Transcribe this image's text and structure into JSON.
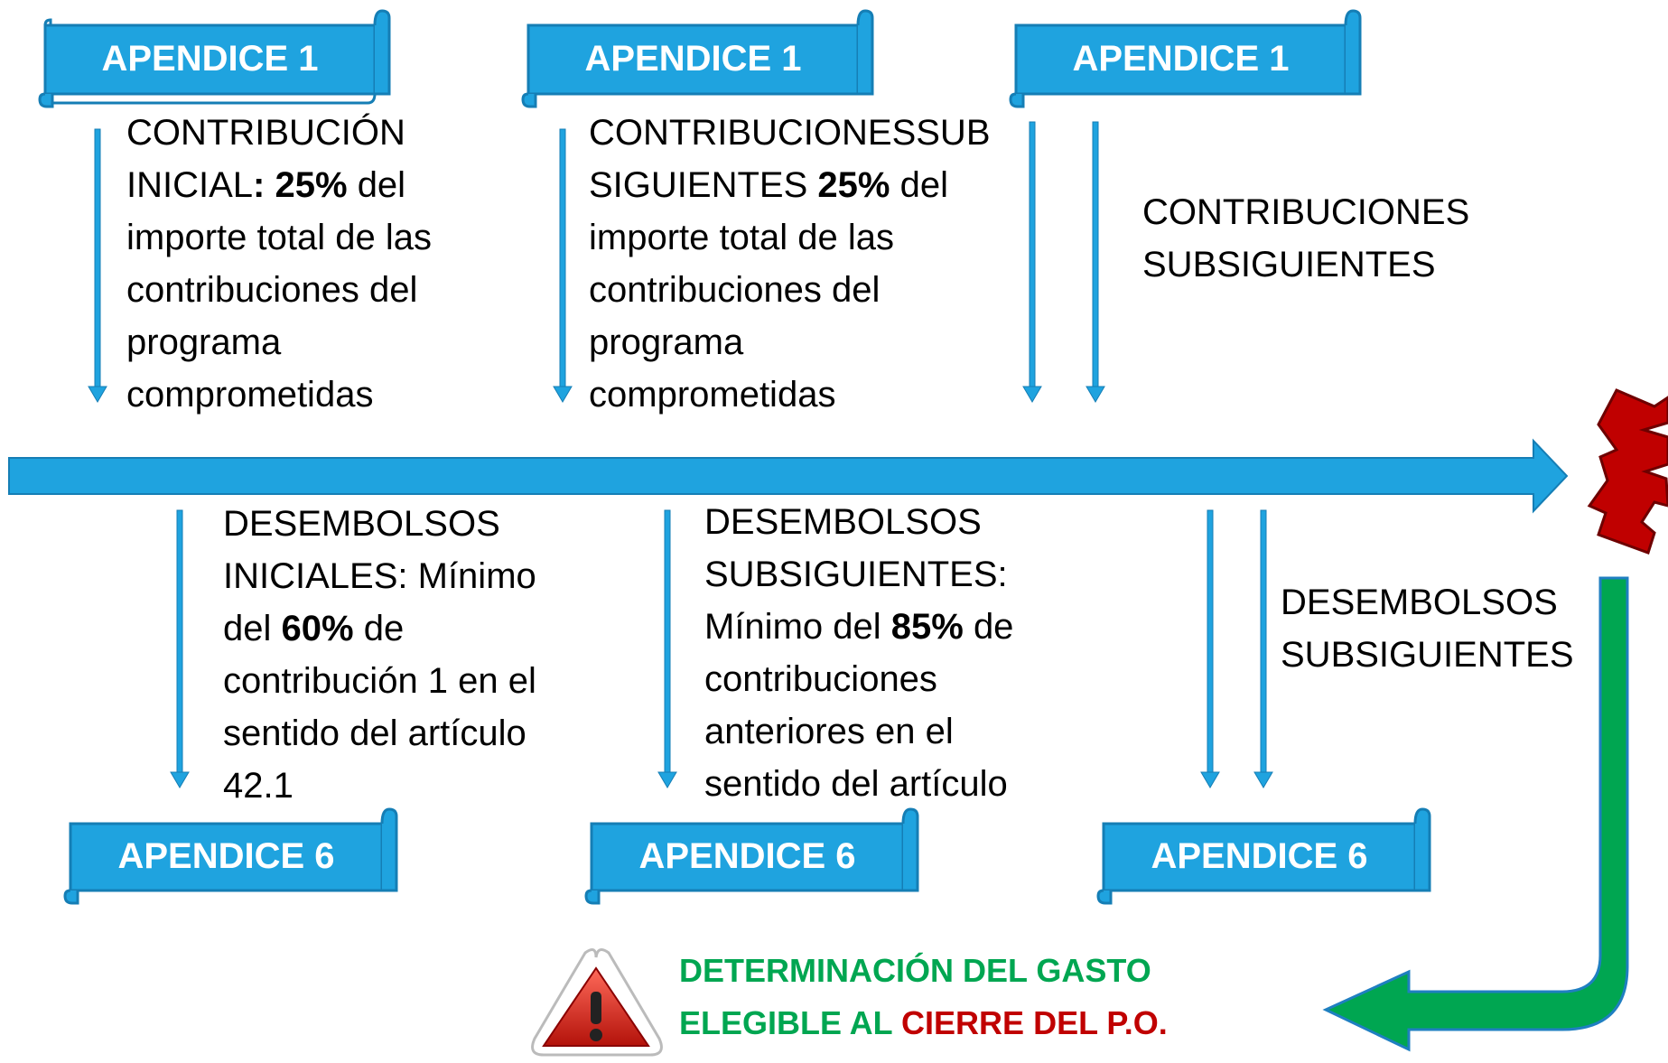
{
  "top_banners": [
    "APENDICE 1",
    "APENDICE 1",
    "APENDICE 1"
  ],
  "bottom_banners": [
    "APENDICE 6",
    "APENDICE 6",
    "APENDICE 6"
  ],
  "contrib": {
    "c1": {
      "t1": "CONTRIBUCIÓN",
      "t2": "INICIAL",
      "colon": ":",
      "pct": "25%",
      "t3": "del",
      "t4": "importe total de las",
      "t5": "contribuciones del",
      "t6": "programa",
      "t7": "comprometidas"
    },
    "c2": {
      "t1": "CONTRIBUCIONESSUB",
      "t2": "SIGUIENTES",
      "pct": "25%",
      "t3": "del",
      "t4": "importe total de las",
      "t5": "contribuciones del",
      "t6": "programa",
      "t7": "comprometidas"
    },
    "c3": {
      "t1": "CONTRIBUCIONES",
      "t2": "SUBSIGUIENTES"
    }
  },
  "desemb": {
    "d1": {
      "t1": "DESEMBOLSOS",
      "t2": "INICIALES: Mínimo",
      "t3a": "del",
      "pct": "60%",
      "t3b": "de",
      "t4": "contribución 1  en el",
      "t5": "sentido del artículo",
      "t6": "42.1"
    },
    "d2": {
      "t1": "DESEMBOLSOS",
      "t2": "SUBSIGUIENTES:",
      "t3a": "Mínimo del",
      "pct": "85%",
      "t3b": "de",
      "t4": "contribuciones",
      "t5": "anteriores  en el",
      "t6": "sentido del artículo"
    },
    "d3": {
      "t1": "DESEMBOLSOS",
      "t2": "SUBSIGUIENTES"
    }
  },
  "final": {
    "line1": "DETERMINACIÓN DEL GASTO",
    "line2_green": "ELEGIBLE AL",
    "line2_red": "CIERRE DEL P.O."
  },
  "colors": {
    "banner_blue": "#1FA3DF",
    "banner_border": "#157EB5",
    "arrow_blue": "#1FA3DF",
    "green": "#00A651",
    "red": "#C00000",
    "broken_shape": "#C00000"
  },
  "icons": [
    "warning-icon",
    "broken-end-shape",
    "return-arrow"
  ]
}
